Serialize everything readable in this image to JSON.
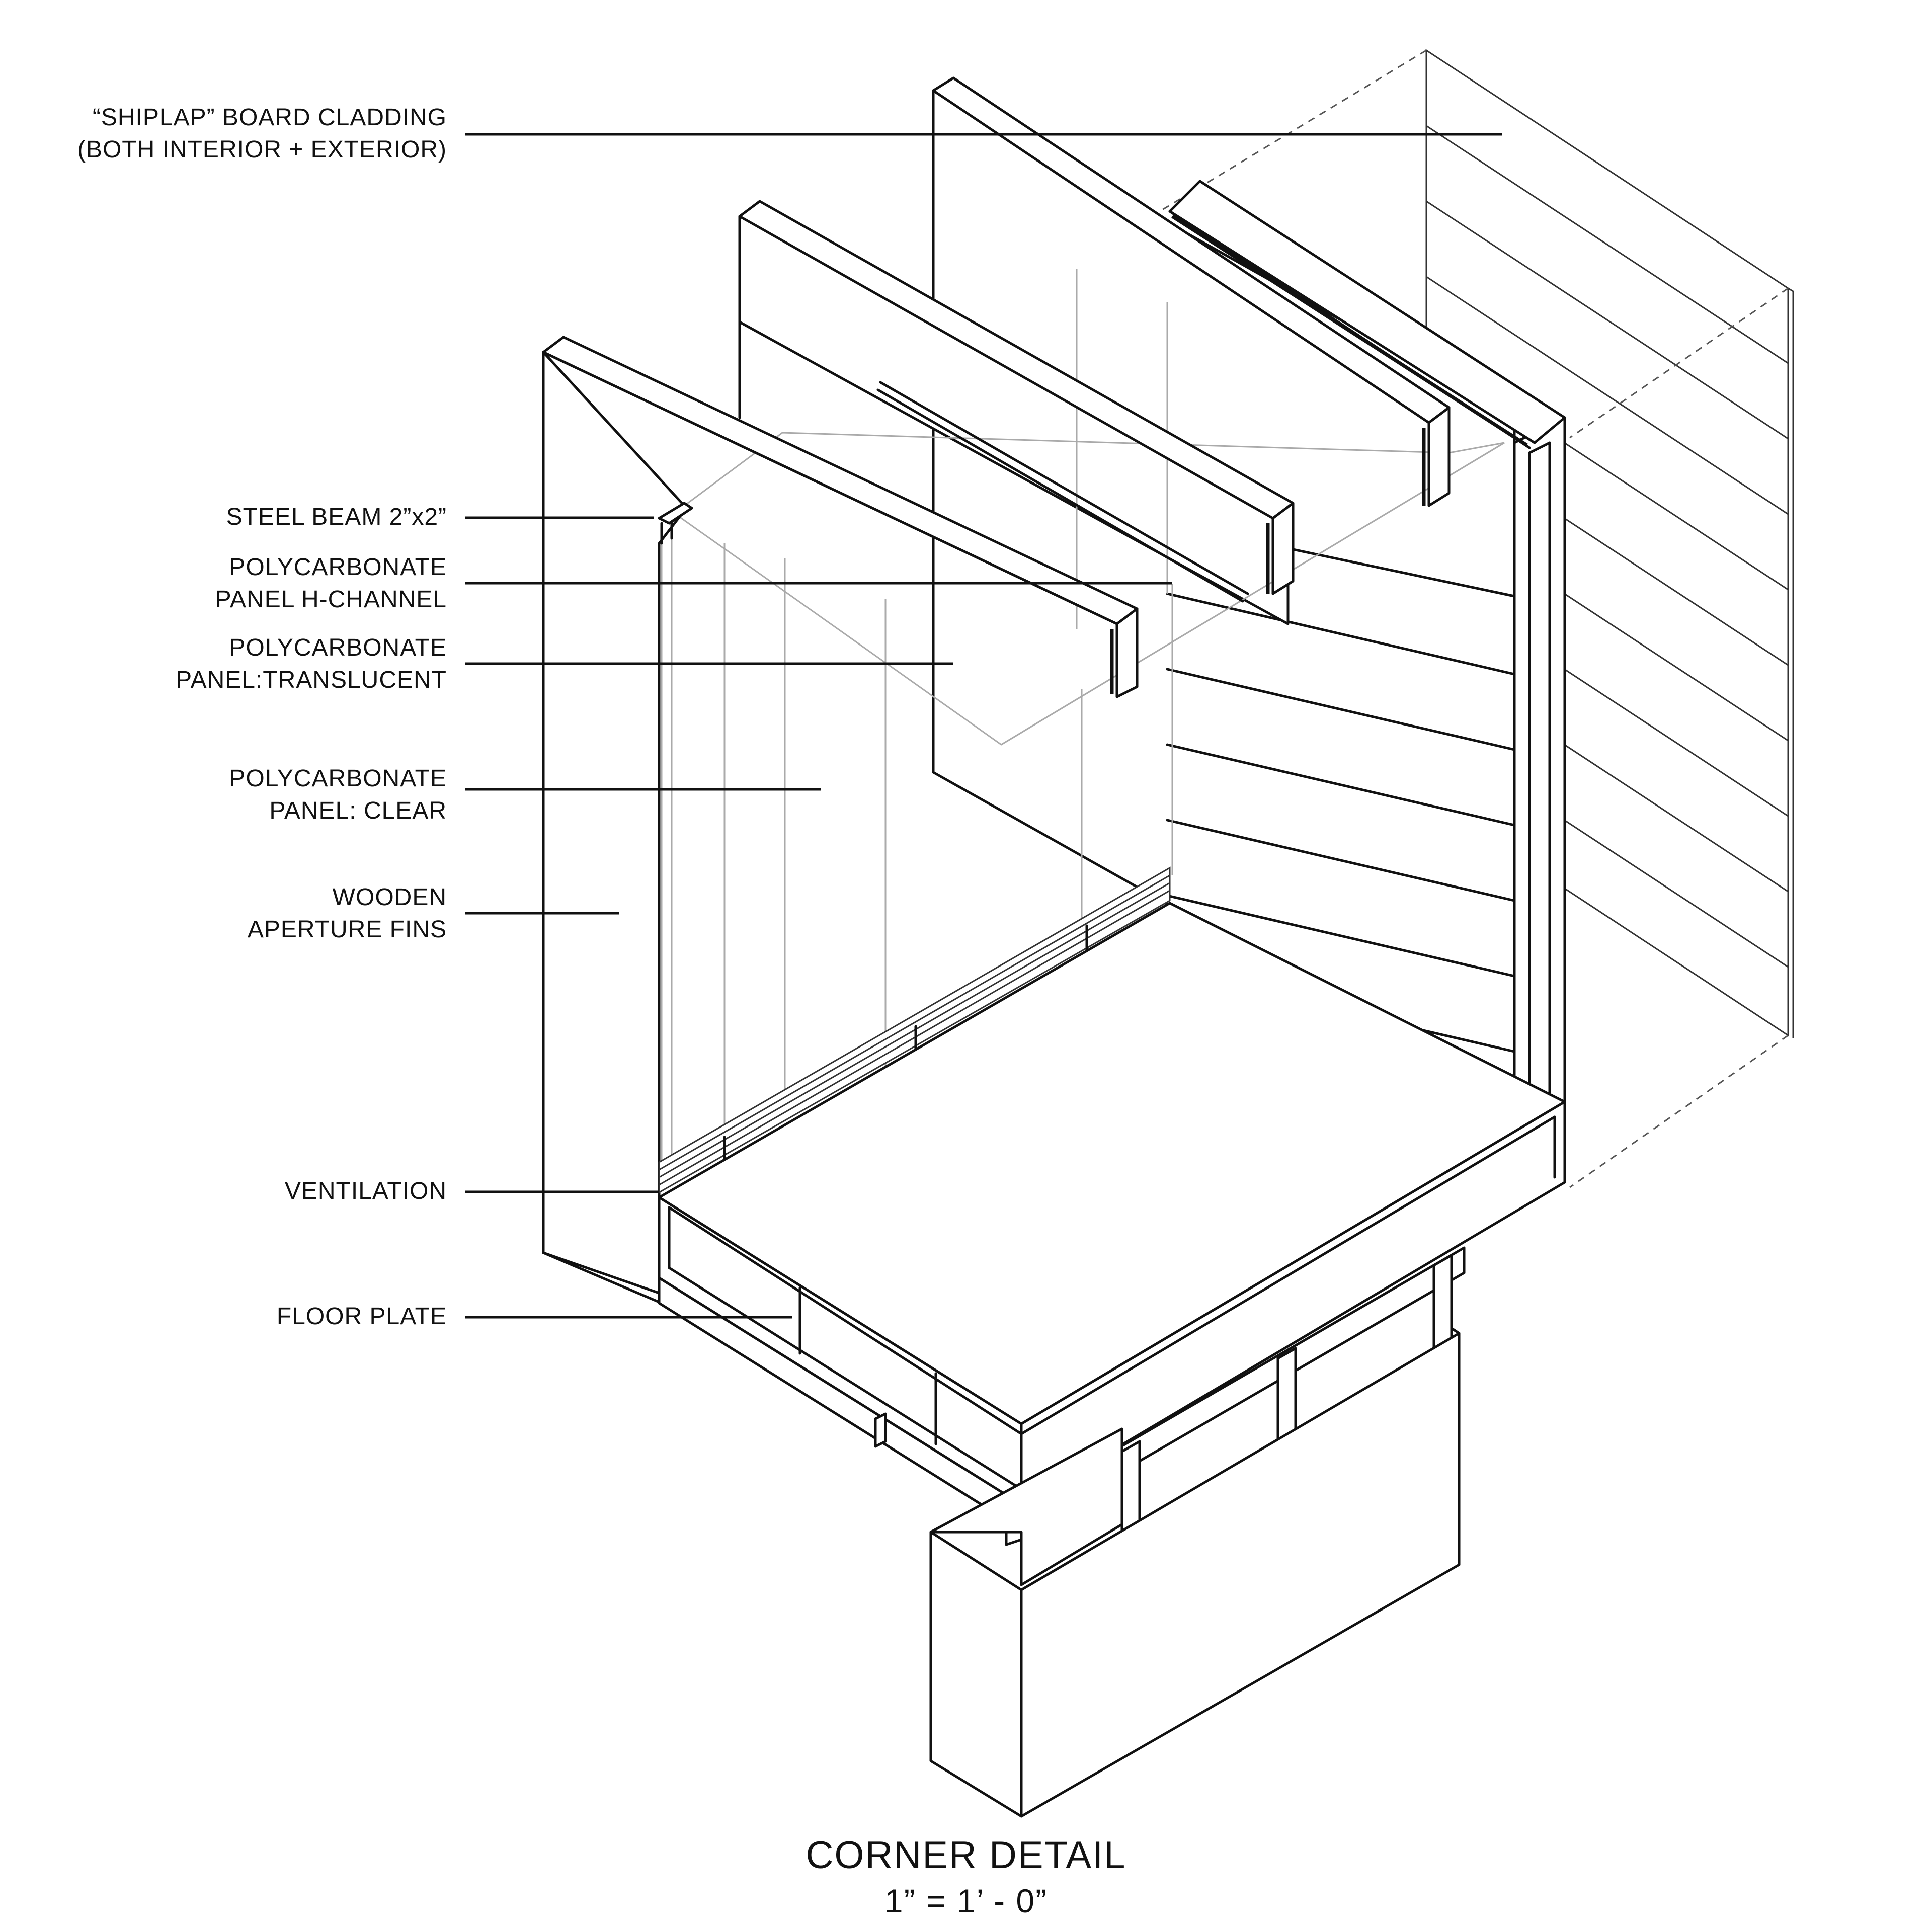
{
  "labels": {
    "shiplap_line1": "“SHIPLAP” BOARD CLADDING",
    "shiplap_line2": "(BOTH INTERIOR + EXTERIOR)",
    "steel_beam": "STEEL BEAM 2”x2”",
    "hchannel_line1": "POLYCARBONATE",
    "hchannel_line2": "PANEL H-CHANNEL",
    "translucent_line1": "POLYCARBONATE",
    "translucent_line2": "PANEL:TRANSLUCENT",
    "clear_line1": "POLYCARBONATE",
    "clear_line2": "PANEL: CLEAR",
    "fins_line1": "WOODEN",
    "fins_line2": "APERTURE FINS",
    "ventilation": "VENTILATION",
    "floor_plate": "FLOOR PLATE"
  },
  "title": {
    "main": "CORNER DETAIL",
    "scale": "1” = 1’ - 0”"
  }
}
